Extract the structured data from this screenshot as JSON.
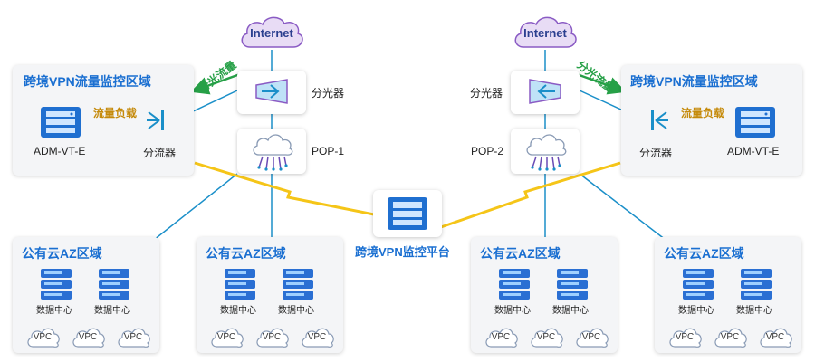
{
  "internet": {
    "left": "Internet",
    "right": "Internet"
  },
  "left_zone": {
    "title": "跨境VPN流量监控区域",
    "device": "ADM-VT-E",
    "splitter": "分流器",
    "load_tag": "流量负载"
  },
  "right_zone": {
    "title": "跨境VPN流量监控区域",
    "device": "ADM-VT-E",
    "splitter": "分流器",
    "load_tag": "流量负载"
  },
  "optical_splitter": {
    "left": "分光器",
    "right": "分光器"
  },
  "optical_tag": {
    "left": "分光流量",
    "right": "分光流量"
  },
  "pop": {
    "left": "POP-1",
    "right": "POP-2"
  },
  "platform": "跨境VPN监控平台",
  "az_regions": [
    {
      "title": "公有云AZ区域",
      "dc": [
        "数据中心",
        "数据中心"
      ],
      "vpc": [
        "VPC",
        "VPC",
        "VPC"
      ]
    },
    {
      "title": "公有云AZ区域",
      "dc": [
        "数据中心",
        "数据中心"
      ],
      "vpc": [
        "VPC",
        "VPC",
        "VPC"
      ]
    },
    {
      "title": "公有云AZ区域",
      "dc": [
        "数据中心",
        "数据中心"
      ],
      "vpc": [
        "VPC",
        "VPC",
        "VPC"
      ]
    },
    {
      "title": "公有云AZ区域",
      "dc": [
        "数据中心",
        "数据中心"
      ],
      "vpc": [
        "VPC",
        "VPC",
        "VPC"
      ]
    }
  ],
  "colors": {
    "title_blue": "#1a6fd1",
    "link_blue": "#1a8fc9",
    "lightning": "#f5c518",
    "green_arrow": "#26a047",
    "orange_arrow": "#e0a814",
    "cloud_fill": "#e8dcf5",
    "cloud_stroke": "#8a5bc4"
  }
}
